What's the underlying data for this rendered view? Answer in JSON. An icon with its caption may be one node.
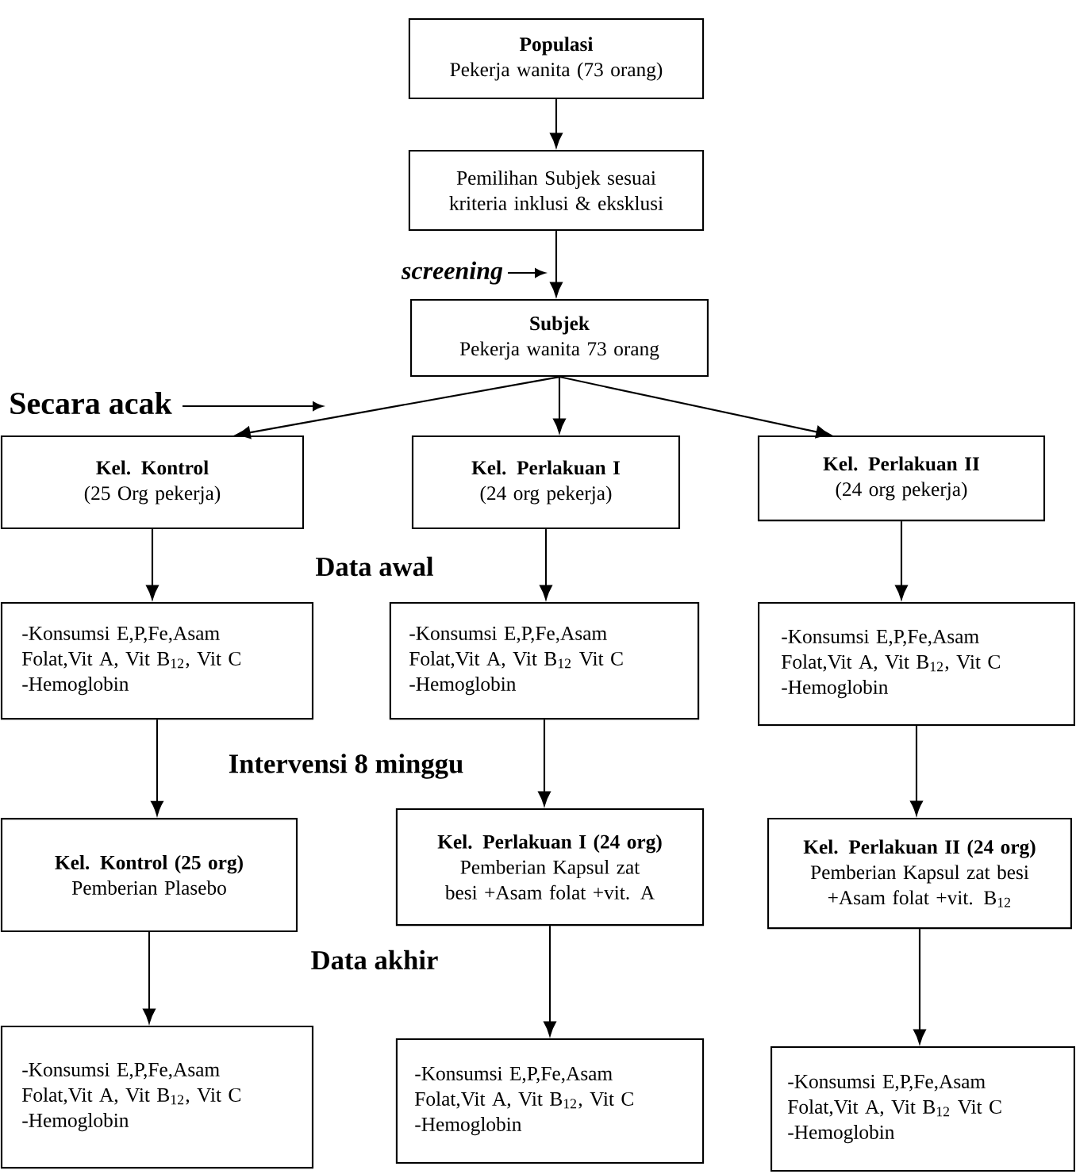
{
  "diagram": {
    "nodes": [
      {
        "text": [
          "Populasi",
          "Pekerja wanita (73 orang)"
        ]
      },
      {
        "text": [
          "Pemilihan Subjek sesuai kriteria inklusi & eksklusi"
        ]
      },
      {
        "text": [
          "Subjek",
          "Pekerja wanita 73 orang"
        ]
      },
      {
        "text": [
          "Kel. Kontrol",
          "(25 Org pekerja)"
        ]
      },
      {
        "text": [
          "Kel. Perlakuan I",
          "(24 org pekerja)"
        ]
      },
      {
        "text": [
          "Kel. Perlakuan II",
          "(24 org pekerja)"
        ]
      },
      {
        "text": [
          "-Konsumsi E,P,Fe,Asam Folat,Vit A, Vit B$_{12}$, Vit C",
          "-Hemoglobin"
        ]
      },
      {
        "text": [
          "-Konsumsi E,P,Fe,Asam Folat,Vit A, Vit B$_{12}$ Vit C",
          "-Hemoglobin"
        ]
      },
      {
        "text": [
          "-Konsumsi E,P,Fe,Asam Folat,Vit A, Vit B$_{12}$, Vit C",
          "-Hemoglobin"
        ]
      },
      {
        "text": [
          "Kel. Kontrol (25 org)",
          "Pemberian Plasebo"
        ]
      },
      {
        "text": [
          "Kel. Perlakuan I (24 org)",
          "Pemberian Kapsul zat besi +Asam folat +vit. A"
        ]
      },
      {
        "text": [
          "Kel. Perlakuan II (24 org)",
          "Pemberian Kapsul zat besi +Asam folat +vit. B$_{12}$"
        ]
      },
      {
        "text": [
          "-Konsumsi E,P,Fe,Asam Folat,Vit A, Vit B$_{12}$, Vit C",
          "-Hemoglobin"
        ]
      },
      {
        "text": [
          "-Konsumsi E,P,Fe,Asam Folat,Vit A, Vit B$_{12}$, Vit C",
          "-Hemoglobin"
        ]
      },
      {
        "text": [
          "-Konsumsi E,P,Fe,Asam Folat,Vit A, Vit B$_{12}$ Vit C",
          "-Hemoglobin"
        ]
      }
    ],
    "edges": [
      {
        "from": 0,
        "to": 1,
        "arrow": "to"
      },
      {
        "from": 1,
        "to": 2,
        "arrow": "to"
      },
      {
        "from": 2,
        "to": 3,
        "arrow": "to"
      },
      {
        "from": 2,
        "to": 4,
        "arrow": "to"
      },
      {
        "from": 2,
        "to": 5,
        "arrow": "to"
      },
      {
        "from": 3,
        "to": 6,
        "arrow": "to"
      },
      {
        "from": 4,
        "to": 7,
        "arrow": "to"
      },
      {
        "from": 5,
        "to": 8,
        "arrow": "to"
      },
      {
        "from": 6,
        "to": 9,
        "arrow": "to"
      },
      {
        "from": 7,
        "to": 10,
        "arrow": "to"
      },
      {
        "from": 8,
        "to": 11,
        "arrow": "to"
      },
      {
        "from": 9,
        "to": 12,
        "arrow": "to"
      },
      {
        "from": 10,
        "to": 13,
        "arrow": "to"
      },
      {
        "from": 11,
        "to": 14,
        "arrow": "to"
      }
    ],
    "labels": [
      "*screening*",
      "Secara acak",
      "Data awal",
      "Intervensi 8 minggu",
      "Data akhir"
    ]
  }
}
